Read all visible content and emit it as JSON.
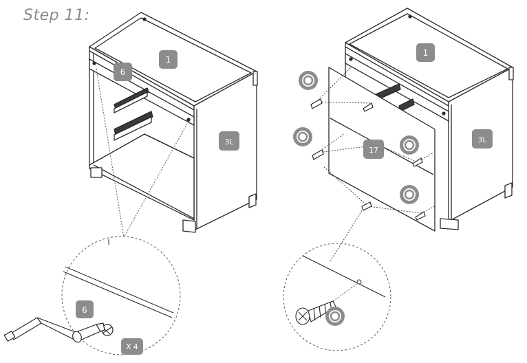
{
  "step": {
    "title": "Step 11:"
  },
  "labels": {
    "top_panel": "1",
    "rail": "6",
    "side_panel": "3L",
    "drawer_front": "17",
    "detail_rail": "6",
    "quantity": "X 4"
  },
  "colors": {
    "line": "#2a2a2a",
    "label_bg": "#8c8c8c",
    "label_text": "#ffffff",
    "title": "#8a8a8a",
    "hardware_badge": "#8c8c8c"
  },
  "icons": {
    "screw_badge": "screw-circle-icon",
    "screw": "screw-icon",
    "allen_key": "allen-key-icon",
    "cam_lock": "cam-lock-icon"
  }
}
